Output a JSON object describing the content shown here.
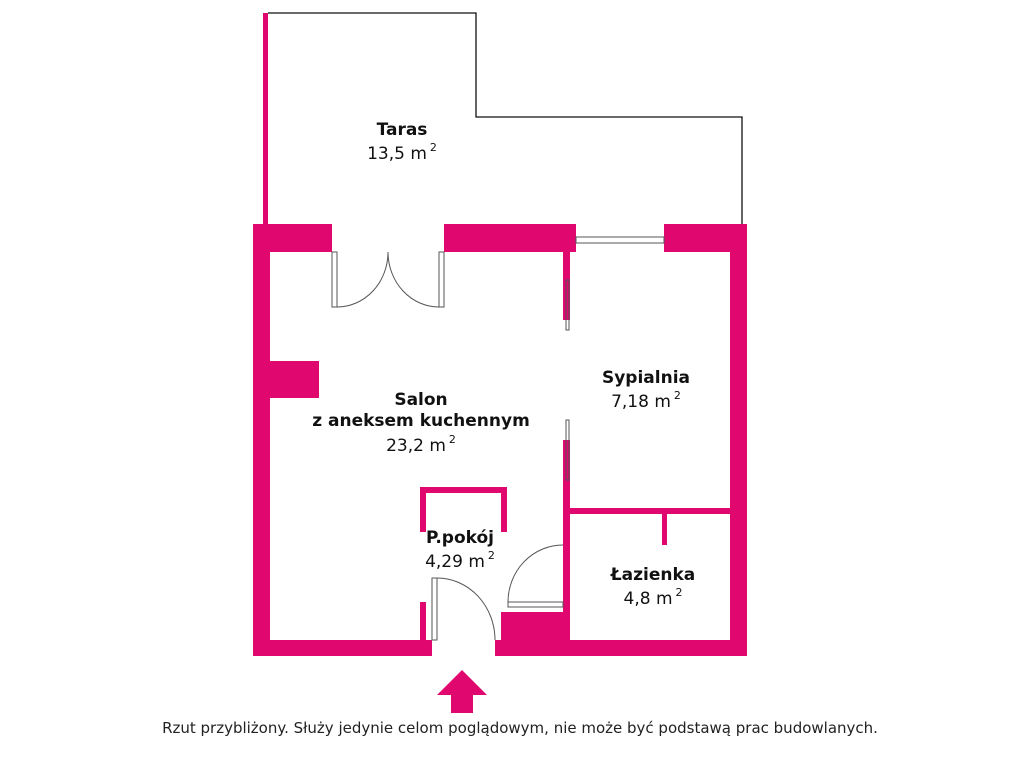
{
  "colors": {
    "wall": "#e0086e",
    "line": "#111111"
  },
  "rooms": [
    {
      "id": "taras",
      "name": "Taras",
      "area": "13,5 m",
      "unit_sup": "2"
    },
    {
      "id": "salon",
      "name": "Salon",
      "name2": "z aneksem kuchennym",
      "area": "23,2 m",
      "unit_sup": "2"
    },
    {
      "id": "sypialnia",
      "name": "Sypialnia",
      "area": "7,18 m",
      "unit_sup": "2"
    },
    {
      "id": "ppokoj",
      "name": "P.pokój",
      "area": "4,29 m",
      "unit_sup": "2"
    },
    {
      "id": "lazienka",
      "name": "Łazienka",
      "area": "4,8 m",
      "unit_sup": "2"
    }
  ],
  "entrance_icon": "arrow-up-icon",
  "note": "Rzut przybliżony. Służy jedynie celom poglądowym, nie może być podstawą prac budowlanych."
}
